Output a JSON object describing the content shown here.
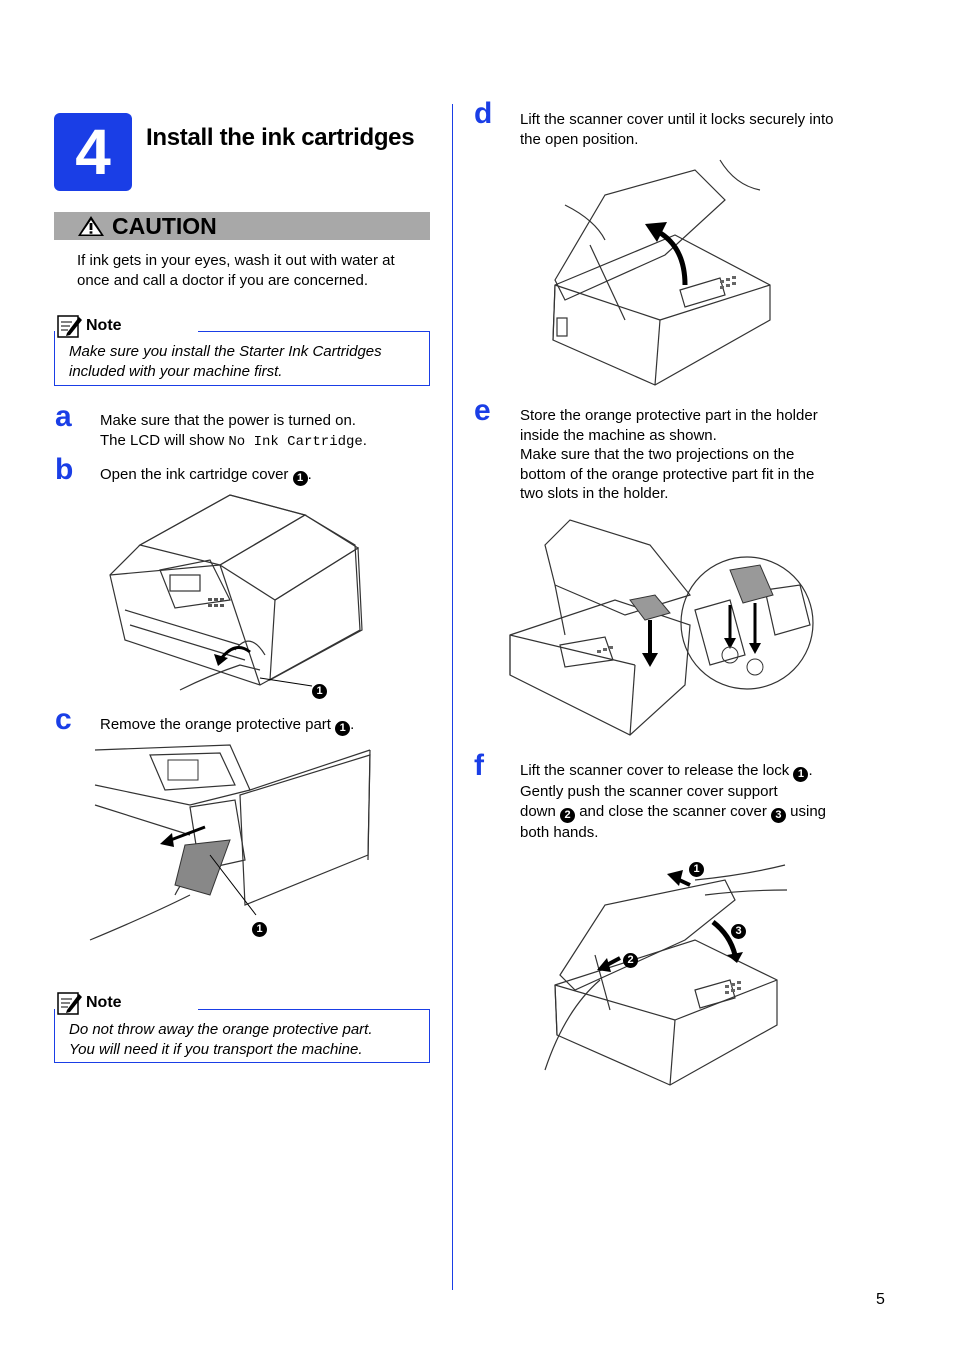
{
  "step": {
    "number": "4",
    "title": "Install the ink cartridges"
  },
  "caution": {
    "label": "CAUTION",
    "text_line1": "If ink gets in your eyes, wash it out with water at",
    "text_line2": "once and call a doctor if you are concerned."
  },
  "note1": {
    "label": "Note",
    "line1": "Make sure you install the Starter Ink Cartridges",
    "line2": "included with your machine first."
  },
  "steps": {
    "a": {
      "letter": "a",
      "line1": "Make sure that the power is turned on.",
      "line2_prefix": "The LCD will show ",
      "lcd_text": "No Ink Cartridge",
      "line2_suffix": "."
    },
    "b": {
      "letter": "b",
      "text": "Open the ink cartridge cover ",
      "callout": "1",
      "suffix": "."
    },
    "c": {
      "letter": "c",
      "text": "Remove the orange protective part ",
      "callout": "1",
      "suffix": "."
    },
    "d": {
      "letter": "d",
      "line1": "Lift the scanner cover until it locks securely into",
      "line2": "the open position."
    },
    "e": {
      "letter": "e",
      "line1": "Store the orange protective part in the holder",
      "line2": "inside the machine as shown.",
      "line3": "Make sure that the two projections on the",
      "line4": "bottom of the orange protective part fit in the",
      "line5": "two slots in the holder."
    },
    "f": {
      "letter": "f",
      "line1_prefix": "Lift the scanner cover to release the lock ",
      "c1": "1",
      "line1_suffix": ".",
      "line2": "Gently push the scanner cover support",
      "line3_a": "down ",
      "c2": "2",
      "line3_b": " and close the scanner cover ",
      "c3": "3",
      "line3_c": " using",
      "line4": "both hands."
    }
  },
  "figure_callouts": {
    "b": "1",
    "c": "1",
    "f1": "1",
    "f2": "2",
    "f3": "3"
  },
  "note2": {
    "label": "Note",
    "line1": "Do not throw away the orange protective part.",
    "line2": "You will need it if you transport the machine."
  },
  "page_number": "5",
  "colors": {
    "accent": "#1a3ee6",
    "caution_bar": "#a8a8a8"
  },
  "icons": [
    "warning-triangle-icon",
    "note-pencil-icon",
    "circled-number-icon"
  ]
}
